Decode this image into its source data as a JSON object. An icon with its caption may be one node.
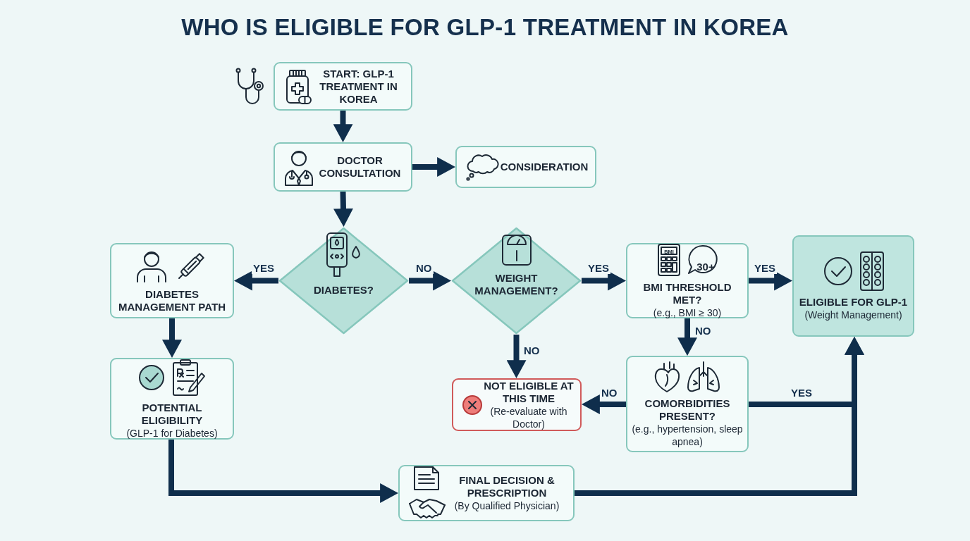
{
  "diagram": {
    "title": "WHO IS ELIGIBLE FOR GLP-1 TREATMENT IN KOREA",
    "nodes": [
      {
        "text": [
          "START: GLP-1 TREATMENT IN KOREA"
        ]
      },
      {
        "text": [
          "DOCTOR CONSULTATION"
        ]
      },
      {
        "text": [
          "CONSIDERATION"
        ]
      },
      {
        "text": [
          "DIABETES?"
        ]
      },
      {
        "text": [
          "WEIGHT MANAGEMENT?"
        ]
      },
      {
        "text": [
          "DIABETES MANAGEMENT PATH"
        ]
      },
      {
        "text": [
          "POTENTIAL ELIGIBILITY",
          "(GLP-1 for Diabetes)"
        ]
      },
      {
        "text": [
          "BMI THRESHOLD MET?",
          "(e.g., BMI ≥ 30)"
        ]
      },
      {
        "text": [
          "ELIGIBLE FOR GLP-1",
          "(Weight Management)"
        ]
      },
      {
        "text": [
          "NOT ELIGIBLE AT THIS TIME",
          "(Re-evaluate with Doctor)"
        ]
      },
      {
        "text": [
          "COMORBIDITIES PRESENT?",
          "(e.g., hypertension, sleep apnea)"
        ]
      },
      {
        "text": [
          "FINAL DECISION & PRESCRIPTION",
          "(By Qualified Physician)"
        ]
      }
    ],
    "edges": [
      {
        "from": 0,
        "to": 1,
        "arrow": "to"
      },
      {
        "from": 1,
        "to": 2,
        "arrow": "to"
      },
      {
        "from": 1,
        "to": 3,
        "arrow": "to"
      },
      {
        "from": 3,
        "to": 5,
        "arrow": "to",
        "label": "YES"
      },
      {
        "from": 3,
        "to": 4,
        "arrow": "to",
        "label": "NO"
      },
      {
        "from": 4,
        "to": 7,
        "arrow": "to",
        "label": "YES"
      },
      {
        "from": 4,
        "to": 9,
        "arrow": "to",
        "label": "NO"
      },
      {
        "from": 7,
        "to": 8,
        "arrow": "to",
        "label": "YES"
      },
      {
        "from": 7,
        "to": 10,
        "arrow": "to",
        "label": "NO"
      },
      {
        "from": 10,
        "to": 9,
        "arrow": "to",
        "label": "NO"
      },
      {
        "from": 10,
        "to": 8,
        "arrow": "to",
        "label": "YES"
      },
      {
        "from": 5,
        "to": 6,
        "arrow": "to"
      },
      {
        "from": 6,
        "to": 11,
        "arrow": "to"
      },
      {
        "from": 11,
        "to": 8,
        "arrow": "to"
      }
    ],
    "labels": [
      "BMI",
      "30+"
    ]
  }
}
